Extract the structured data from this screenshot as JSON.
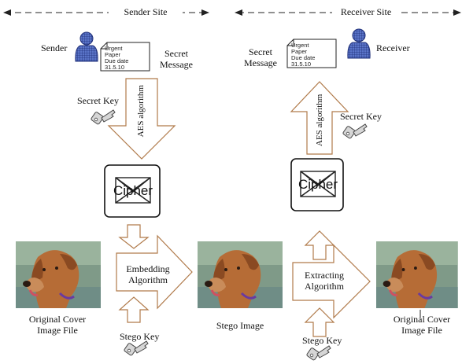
{
  "sites": {
    "sender": "Sender Site",
    "receiver": "Receiver Site"
  },
  "sender": {
    "person_label": "Sender",
    "message_label_1": "Secret",
    "message_label_2": "Message",
    "note_lines": [
      "Urgent",
      "Paper",
      "Due date",
      "31.5.10"
    ],
    "key_label": "Secret Key",
    "algorithm": "AES algorithm",
    "cipher_text": "Cipher",
    "embed_1": "Embedding",
    "embed_2": "Algorithm",
    "stego_key": "Stego Key",
    "cover_1": "Original Cover",
    "cover_2": "Image File"
  },
  "middle": {
    "stego_label": "Stego Image"
  },
  "receiver": {
    "person_label": "Receiver",
    "message_label_1": "Secret",
    "message_label_2": "Message",
    "note_lines": [
      "Urgent",
      "Paper",
      "Due date",
      "31.5.10"
    ],
    "key_label": "Secret Key",
    "algorithm": "AES algorithm",
    "cipher_text": "Cipher",
    "extract_1": "Extracting",
    "extract_2": "Algorithm",
    "stego_key": "Stego Key",
    "cover_1": "Original Cover",
    "cover_2": "Image File"
  }
}
